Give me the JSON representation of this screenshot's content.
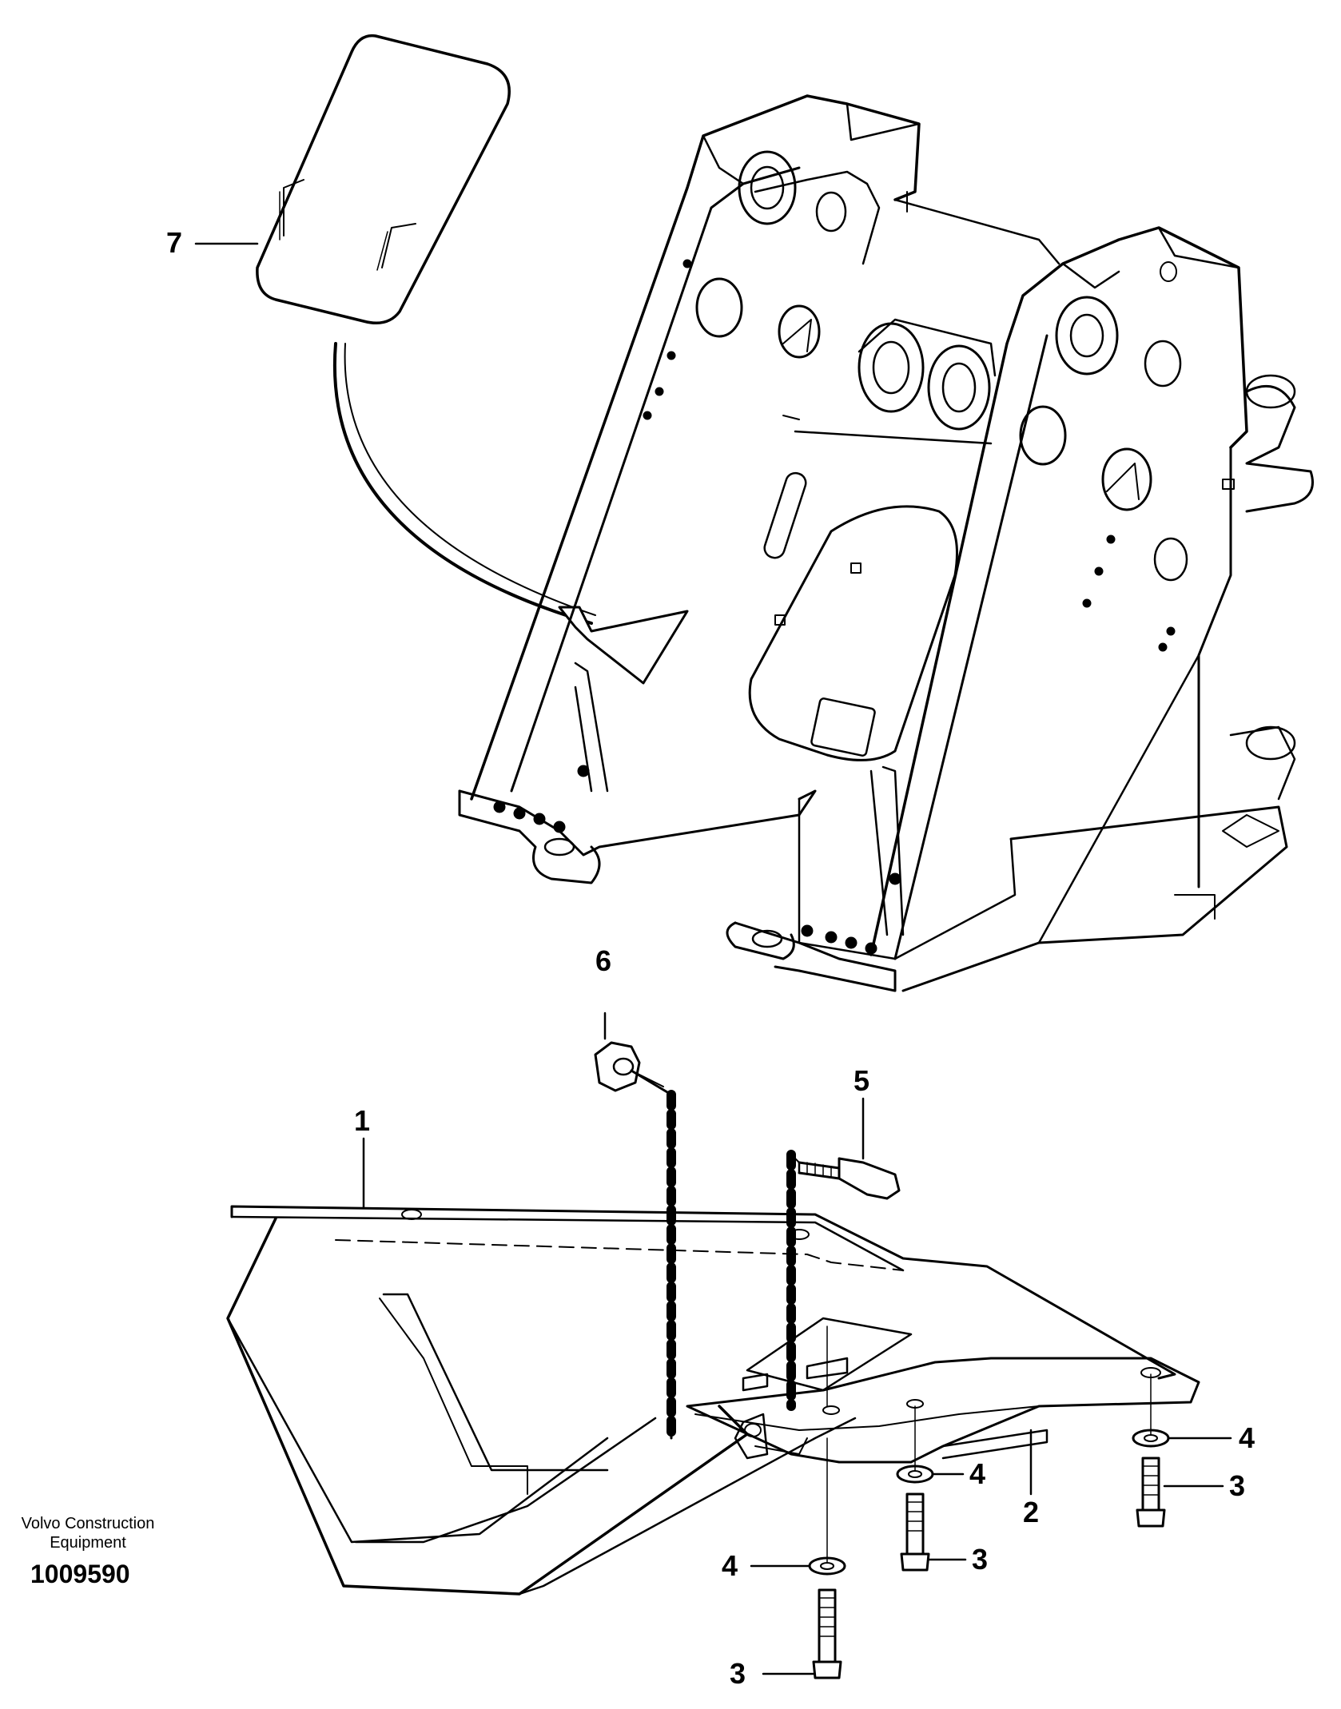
{
  "callouts": {
    "c1": "1",
    "c2": "2",
    "c3a": "3",
    "c3b": "3",
    "c3c": "3",
    "c4a": "4",
    "c4b": "4",
    "c4c": "4",
    "c5": "5",
    "c6": "6",
    "c7": "7"
  },
  "credit": {
    "line1": "Volvo Construction",
    "line2": "Equipment"
  },
  "doc_number": "1009590"
}
